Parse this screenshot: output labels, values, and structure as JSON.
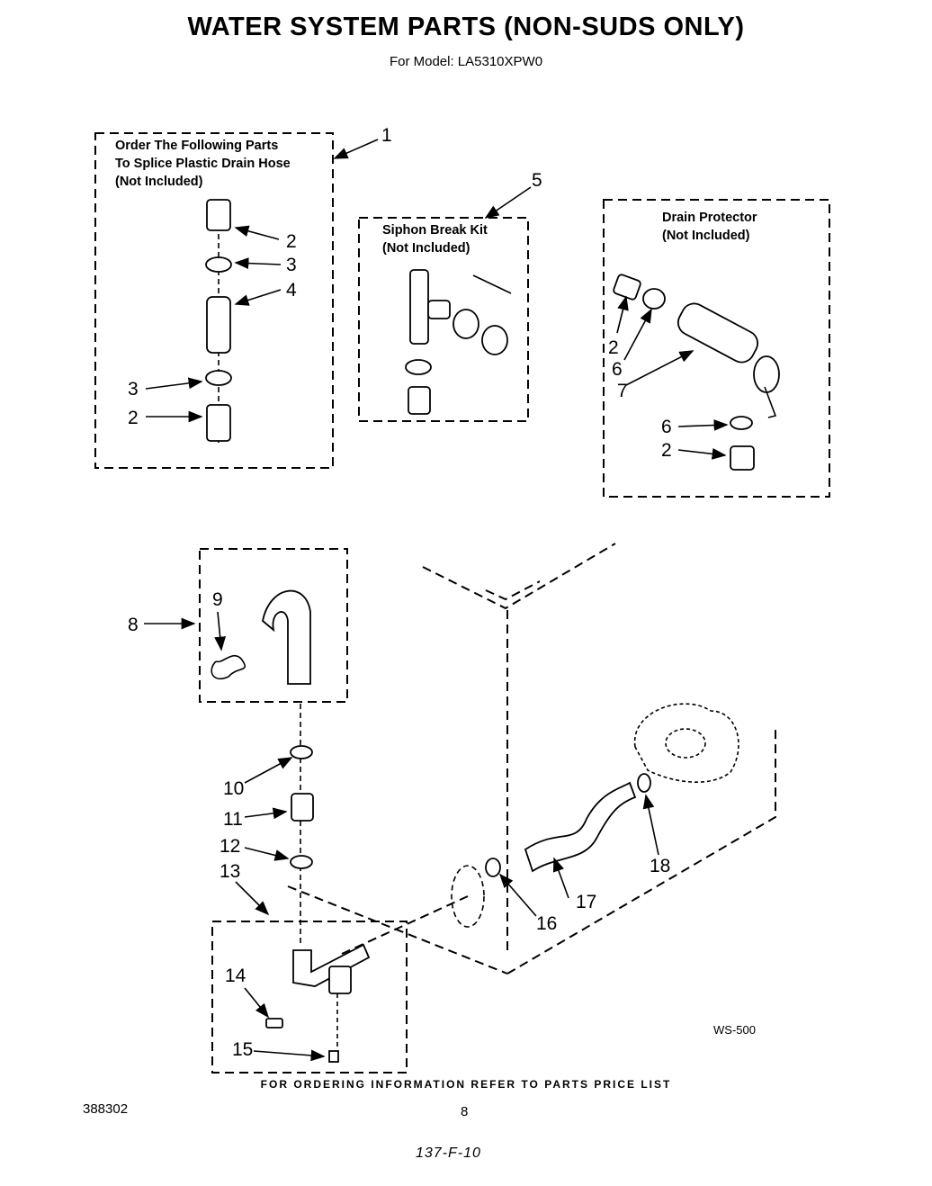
{
  "title": "WATER SYSTEM PARTS (NON-SUDS ONLY)",
  "subtitle": "For Model: LA5310XPW0",
  "kits": {
    "splice": {
      "line1": "Order The Following Parts",
      "line2": "To Splice Plastic Drain Hose",
      "line3": "(Not Included)"
    },
    "siphon": {
      "line1": "Siphon Break Kit",
      "line2": "(Not Included)"
    },
    "protector": {
      "line1": "Drain Protector",
      "line2": "(Not Included)"
    }
  },
  "callouts": {
    "c1": "1",
    "c2a": "2",
    "c3a": "3",
    "c4": "4",
    "c3b": "3",
    "c2b": "2",
    "c5": "5",
    "c2c": "2",
    "c6a": "6",
    "c7": "7",
    "c6b": "6",
    "c2d": "2",
    "c8": "8",
    "c9": "9",
    "c10": "10",
    "c11": "11",
    "c12": "12",
    "c13": "13",
    "c14": "14",
    "c15": "15",
    "c16": "16",
    "c17": "17",
    "c18": "18"
  },
  "footer": {
    "ordering_note": "FOR ORDERING INFORMATION REFER TO PARTS PRICE LIST",
    "doc_number": "388302",
    "page_number": "8",
    "handwritten_note": "137-F-10",
    "diagram_code": "WS-500"
  }
}
